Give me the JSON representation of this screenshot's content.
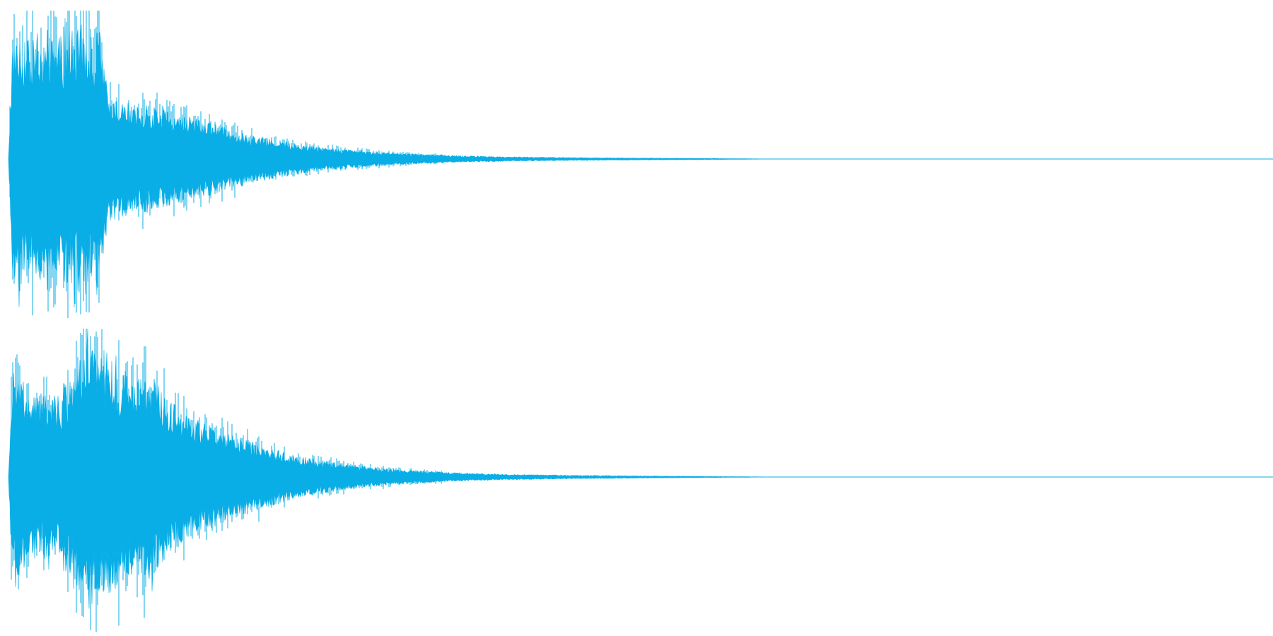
{
  "waveform": {
    "color": "#0aaee6",
    "background": "#ffffff",
    "channels": [
      {
        "name": "",
        "envelope": [
          [
            0.0,
            0.0
          ],
          [
            0.003,
            0.8
          ],
          [
            0.006,
            0.9
          ],
          [
            0.015,
            0.8
          ],
          [
            0.03,
            0.82
          ],
          [
            0.045,
            0.85
          ],
          [
            0.055,
            0.9
          ],
          [
            0.062,
            0.95
          ],
          [
            0.068,
            0.75
          ],
          [
            0.072,
            0.9
          ],
          [
            0.078,
            0.45
          ],
          [
            0.09,
            0.4
          ],
          [
            0.1,
            0.35
          ],
          [
            0.11,
            0.37
          ],
          [
            0.125,
            0.32
          ],
          [
            0.14,
            0.3
          ],
          [
            0.16,
            0.25
          ],
          [
            0.175,
            0.2
          ],
          [
            0.2,
            0.15
          ],
          [
            0.225,
            0.11
          ],
          [
            0.25,
            0.08
          ],
          [
            0.275,
            0.06
          ],
          [
            0.3,
            0.045
          ],
          [
            0.33,
            0.032
          ],
          [
            0.36,
            0.022
          ],
          [
            0.4,
            0.015
          ],
          [
            0.45,
            0.01
          ],
          [
            0.5,
            0.007
          ],
          [
            0.54,
            0.005
          ],
          [
            0.57,
            0.003
          ],
          [
            0.6,
            0.001
          ],
          [
            1.0,
            0.001
          ]
        ]
      },
      {
        "name": "",
        "envelope": [
          [
            0.0,
            0.0
          ],
          [
            0.003,
            0.7
          ],
          [
            0.006,
            0.75
          ],
          [
            0.02,
            0.55
          ],
          [
            0.04,
            0.55
          ],
          [
            0.055,
            0.75
          ],
          [
            0.062,
            0.95
          ],
          [
            0.07,
            0.8
          ],
          [
            0.078,
            0.85
          ],
          [
            0.09,
            0.7
          ],
          [
            0.1,
            0.65
          ],
          [
            0.112,
            0.7
          ],
          [
            0.125,
            0.55
          ],
          [
            0.14,
            0.42
          ],
          [
            0.16,
            0.35
          ],
          [
            0.18,
            0.28
          ],
          [
            0.2,
            0.22
          ],
          [
            0.225,
            0.15
          ],
          [
            0.25,
            0.11
          ],
          [
            0.275,
            0.08
          ],
          [
            0.3,
            0.055
          ],
          [
            0.33,
            0.04
          ],
          [
            0.36,
            0.028
          ],
          [
            0.4,
            0.018
          ],
          [
            0.45,
            0.012
          ],
          [
            0.5,
            0.008
          ],
          [
            0.54,
            0.005
          ],
          [
            0.57,
            0.003
          ],
          [
            0.6,
            0.001
          ],
          [
            1.0,
            0.001
          ]
        ]
      }
    ]
  }
}
